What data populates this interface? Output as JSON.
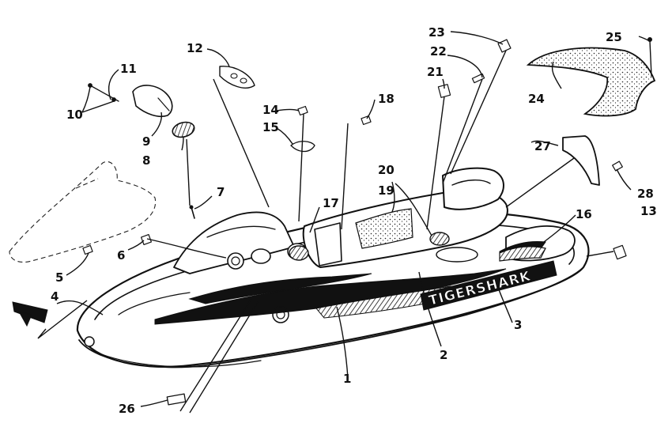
{
  "diagram": {
    "hull_decal_text": "TIGERSHARK",
    "callouts": [
      "1",
      "2",
      "3",
      "4",
      "5",
      "6",
      "7",
      "8",
      "9",
      "10",
      "11",
      "12",
      "13",
      "14",
      "15",
      "16",
      "17",
      "18",
      "19",
      "20",
      "21",
      "22",
      "23",
      "24",
      "25",
      "26",
      "27",
      "28"
    ]
  }
}
